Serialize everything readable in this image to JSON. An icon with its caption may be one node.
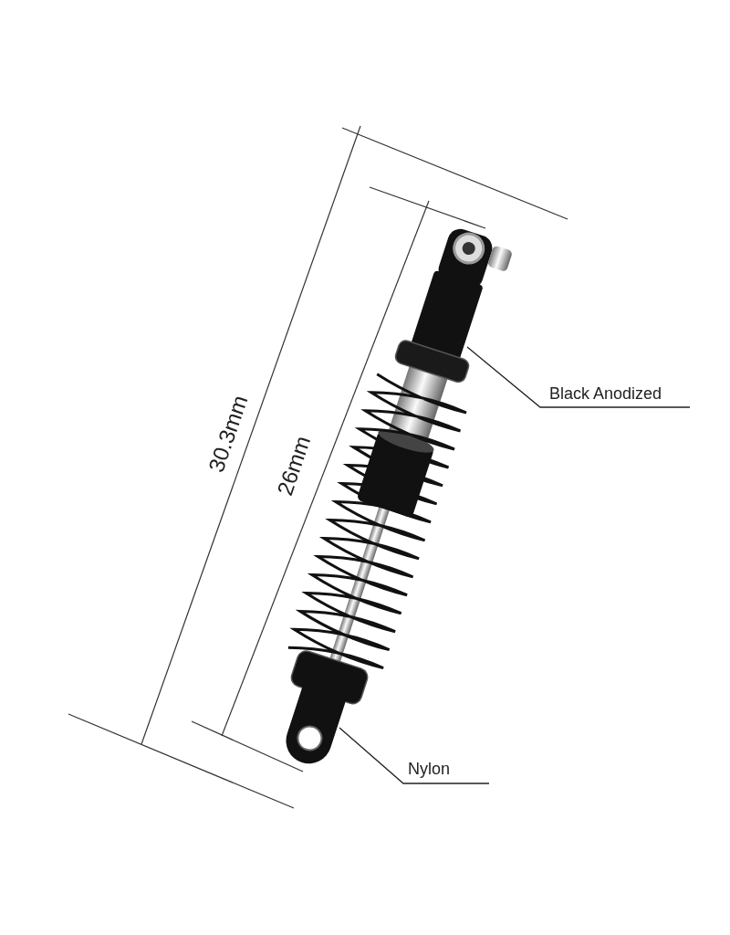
{
  "diagram": {
    "nodes": [
      {
        "text": [
          "Black Anodized"
        ]
      },
      {
        "text": [],
        "shape": "box"
      },
      {
        "text": [
          "Nylon"
        ]
      },
      {
        "text": [],
        "shape": "box"
      }
    ],
    "edges": [
      {
        "from": 0,
        "to": 1,
        "arrow": "none"
      },
      {
        "from": 2,
        "to": 3,
        "arrow": "none"
      }
    ],
    "labels": [
      "30.3mm",
      "26mm"
    ]
  }
}
